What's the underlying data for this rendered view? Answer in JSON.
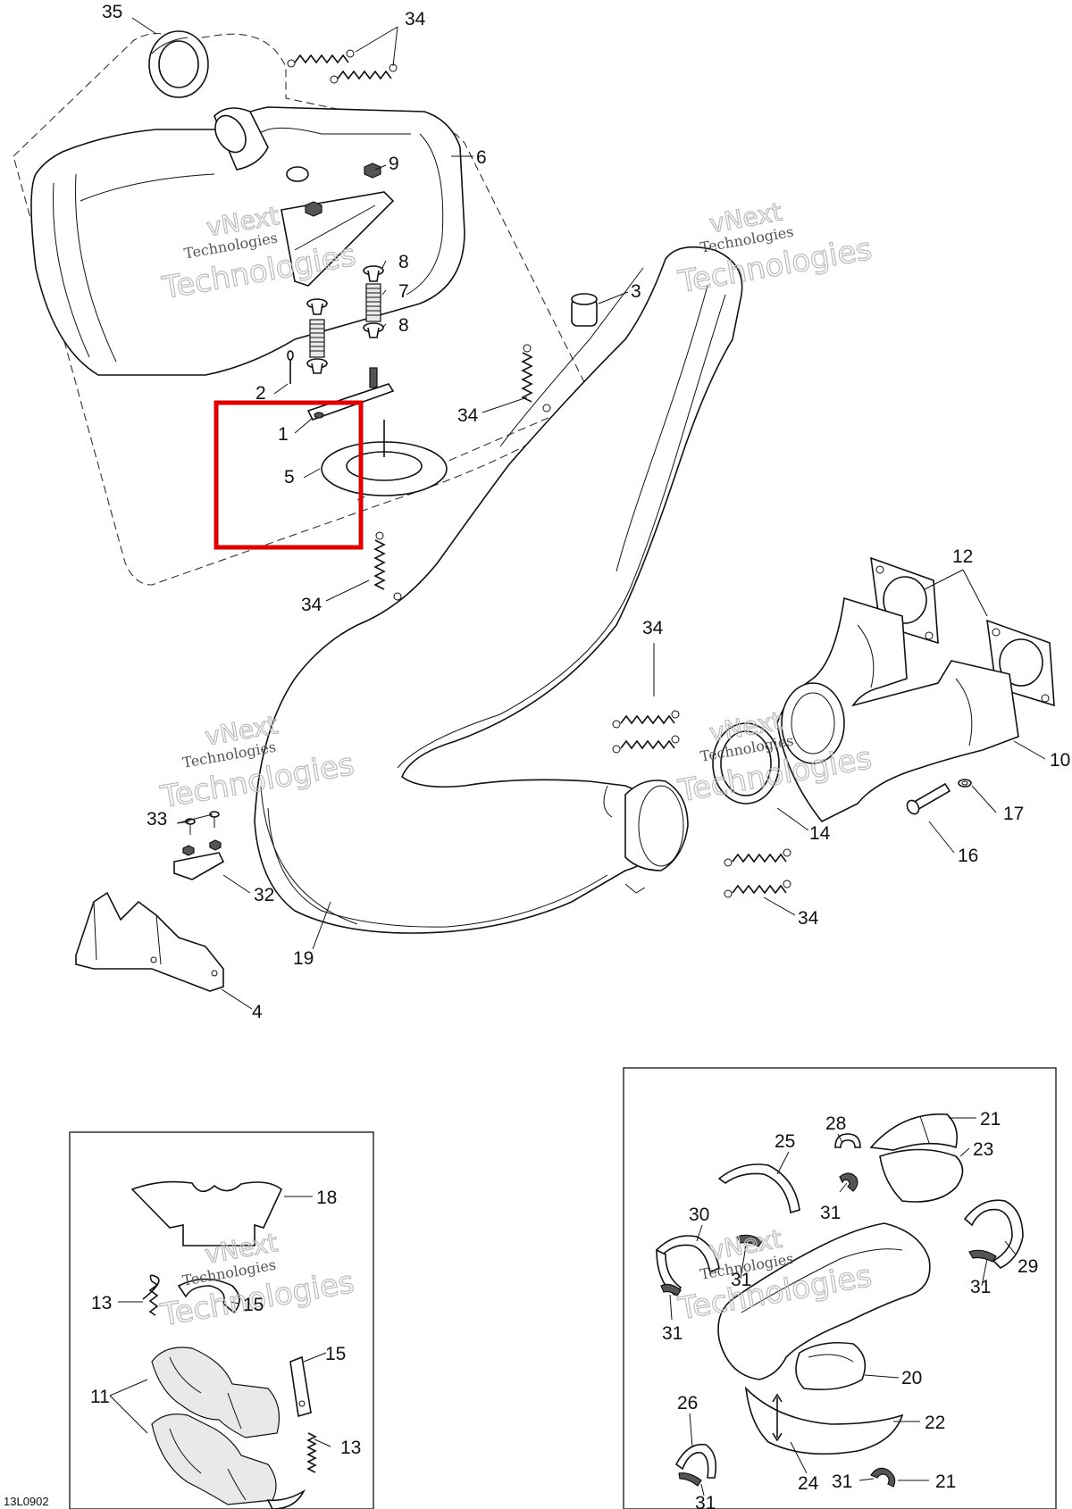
{
  "watermark": {
    "line1": "vNext",
    "line2": "Technologies",
    "line3": "Technologies"
  },
  "drawing_code": "13L0902",
  "highlight_color": "#e00000",
  "callouts": {
    "c35": "35",
    "c34a": "34",
    "c6": "6",
    "c9": "9",
    "c8a": "8",
    "c7": "7",
    "c8b": "8",
    "c3": "3",
    "c2": "2",
    "c1": "1",
    "c5": "5",
    "c34b": "34",
    "c34c": "34",
    "c12": "12",
    "c34d": "34",
    "c10": "10",
    "c17": "17",
    "c14": "14",
    "c16": "16",
    "c33": "33",
    "c32": "32",
    "c34e": "34",
    "c19": "19",
    "c4": "4",
    "c18": "18",
    "c13a": "13",
    "c15a": "15",
    "c15b": "15",
    "c11": "11",
    "c13b": "13",
    "c28": "28",
    "c21a": "21",
    "c25": "25",
    "c23": "23",
    "c30": "30",
    "c31a": "31",
    "c31b": "31",
    "c31c": "31",
    "c29": "29",
    "c31d": "31",
    "c20": "20",
    "c26": "26",
    "c22": "22",
    "c24": "24",
    "c31e": "31",
    "c21b": "21",
    "c31f": "31"
  }
}
